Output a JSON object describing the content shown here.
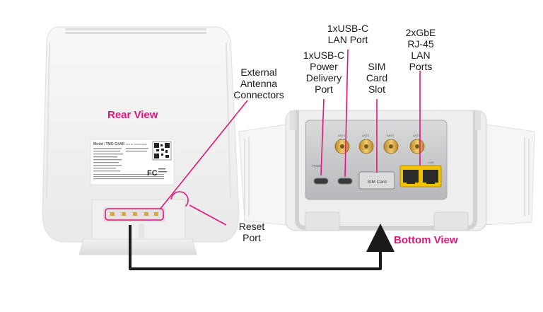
{
  "titles": {
    "rear_view": "Rear View",
    "bottom_view": "Bottom View"
  },
  "callouts": {
    "external_antenna": "External\nAntenna\nConnectors",
    "reset_port": "Reset\nPort",
    "usb_power": "1xUSB-C\nPower\nDelivery\nPort",
    "usb_lan": "1xUSB-C\nLAN Port",
    "sim_slot": "SIM\nCard\nSlot",
    "rj45": "2xGbE\nRJ-45\nLAN\nPorts"
  },
  "device_labels": {
    "sim_card": "SIM Card",
    "model": "Model: TMO-G4AR",
    "fcc_id": "FCC ID: 2AAXPG4AR",
    "fc_mark": "FC",
    "power_label": "Power",
    "lan_label": "LAN",
    "ant_labels": [
      "ANT1",
      "ANT2",
      "ANT3",
      "ANT4"
    ]
  },
  "colors": {
    "accent": "#e0167c",
    "arrow": "#1a1a1a",
    "device_body": "#f3f3f3",
    "port_panel": "#c9cacc",
    "gold": "#d4a640",
    "ethernet_yellow": "#f2c200"
  }
}
